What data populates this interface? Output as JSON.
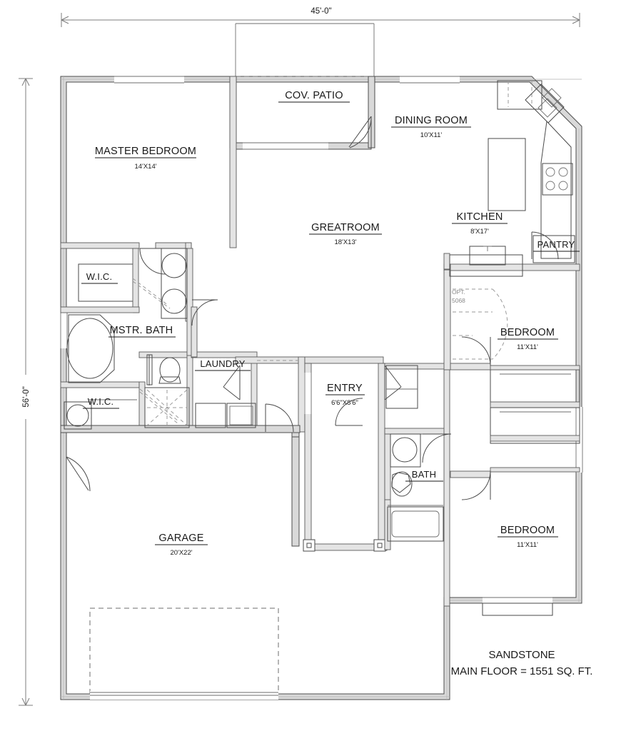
{
  "plan": {
    "title": "SANDSTONE",
    "subtitle": "MAIN FLOOR =  1551 SQ. FT.",
    "dimensions": {
      "overall_width": "45'-0\"",
      "overall_depth": "56'-0\""
    },
    "annotations": [
      {
        "id": "opt-door",
        "line1": "OPT.",
        "line2": "5068"
      }
    ],
    "rooms": [
      {
        "id": "cov-patio",
        "name": "COV. PATIO",
        "dim": ""
      },
      {
        "id": "master-bedroom",
        "name": "MASTER BEDROOM",
        "dim": "14'X14'"
      },
      {
        "id": "dining-room",
        "name": "DINING ROOM",
        "dim": "10'X11'"
      },
      {
        "id": "greatroom",
        "name": "GREATROOM",
        "dim": "18'X13'"
      },
      {
        "id": "kitchen",
        "name": "KITCHEN",
        "dim": "8'X17'"
      },
      {
        "id": "pantry",
        "name": "PANTRY",
        "dim": ""
      },
      {
        "id": "wic-upper",
        "name": "W.I.C.",
        "dim": ""
      },
      {
        "id": "mstr-bath",
        "name": "MSTR. BATH",
        "dim": ""
      },
      {
        "id": "wic-lower",
        "name": "W.I.C.",
        "dim": ""
      },
      {
        "id": "laundry",
        "name": "LAUNDRY",
        "dim": ""
      },
      {
        "id": "entry",
        "name": "ENTRY",
        "dim": "6'6\"X8'6\""
      },
      {
        "id": "bedroom-2",
        "name": "BEDROOM",
        "dim": "11'X11'"
      },
      {
        "id": "bath",
        "name": "BATH",
        "dim": ""
      },
      {
        "id": "bedroom-3",
        "name": "BEDROOM",
        "dim": "11'X11'"
      },
      {
        "id": "garage",
        "name": "GARAGE",
        "dim": "20'X22'"
      }
    ],
    "colors": {
      "paper": "#ffffff",
      "wall_fill": "#d9d9d9",
      "line": "#4a4a4a",
      "text": "#1a1a1a",
      "dim_line": "#7d7d7d",
      "faint": "#9a9a9a"
    }
  }
}
